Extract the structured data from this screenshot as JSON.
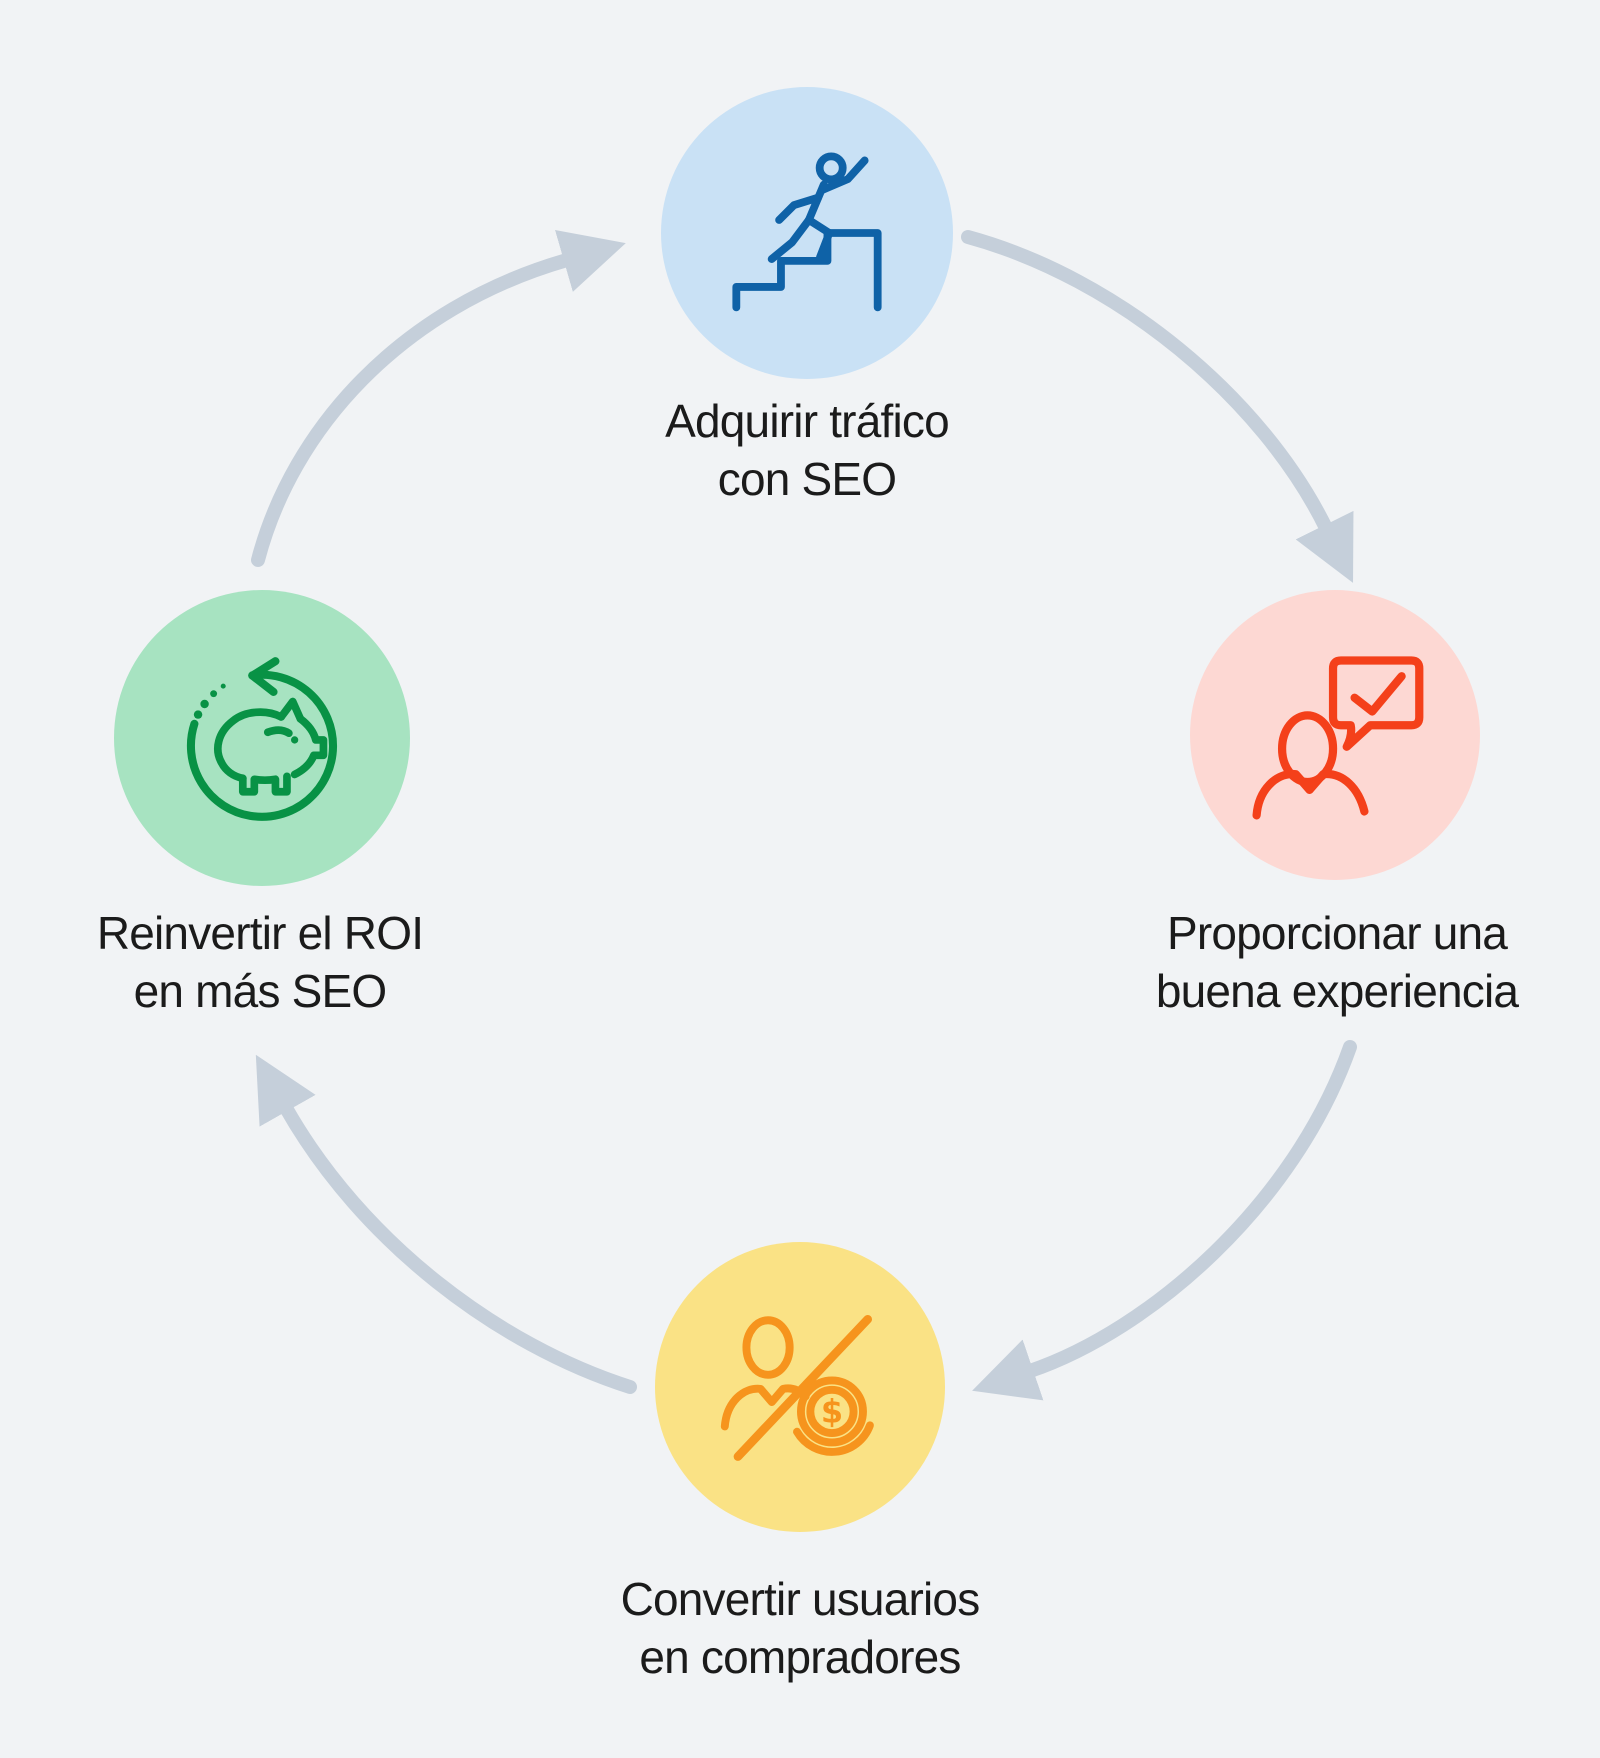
{
  "diagram": {
    "type": "cycle",
    "direction": "clockwise",
    "background_color": "#F1F3F5",
    "arrow_color": "#C5CFDA",
    "text_color": "#1B1B1B",
    "nodes": [
      {
        "id": "acquire-traffic",
        "label_line1": "Adquirir tráfico",
        "label_line2": "con SEO",
        "circle_color": "#C9E1F5",
        "icon_color": "#0F62A7",
        "icon": "runner-up-steps-icon"
      },
      {
        "id": "good-experience",
        "label_line1": "Proporcionar una",
        "label_line2": "buena experiencia",
        "circle_color": "#FDD8D3",
        "icon_color": "#F4401A",
        "icon": "person-feedback-check-icon"
      },
      {
        "id": "convert-users",
        "label_line1": "Convertir usuarios",
        "label_line2": "en compradores",
        "circle_color": "#FAE285",
        "icon_color": "#F6941D",
        "icon": "user-slash-dollar-icon",
        "dollar_sign": "$"
      },
      {
        "id": "reinvest-roi",
        "label_line1": "Reinvertir el ROI",
        "label_line2": "en más SEO",
        "circle_color": "#A7E3C1",
        "icon_color": "#089245",
        "icon": "piggy-bank-cycle-icon"
      }
    ]
  }
}
